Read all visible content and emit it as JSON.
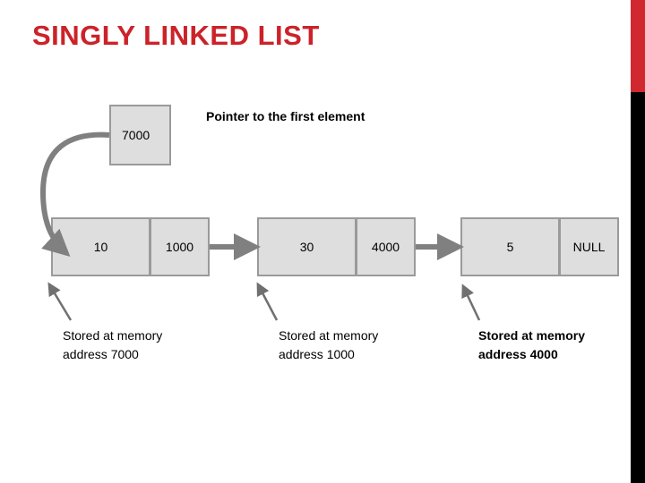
{
  "slide": {
    "title": "SINGLY LINKED LIST",
    "background_color": "#ffffff",
    "accent_red": "#cc2229",
    "accent_black": "#000000",
    "box_fill": "#dedede",
    "box_border": "#9a9a9a",
    "arrow_color": "#808080",
    "thin_arrow_color": "#707070"
  },
  "edge_strip": {
    "red_color": "#d0282e",
    "black_color": "#000000"
  },
  "head_pointer": {
    "value": "7000",
    "label": "Pointer to the first element"
  },
  "nodes": [
    {
      "data": "10",
      "pointer": "1000"
    },
    {
      "data": "30",
      "pointer": "4000"
    },
    {
      "data": "5",
      "pointer": "NULL"
    }
  ],
  "captions": [
    {
      "line1": "Stored at memory",
      "line2": "address 7000"
    },
    {
      "line1": "Stored at memory",
      "line2": "address 1000"
    },
    {
      "line1": "Stored at memory",
      "line2": "address 4000"
    }
  ]
}
